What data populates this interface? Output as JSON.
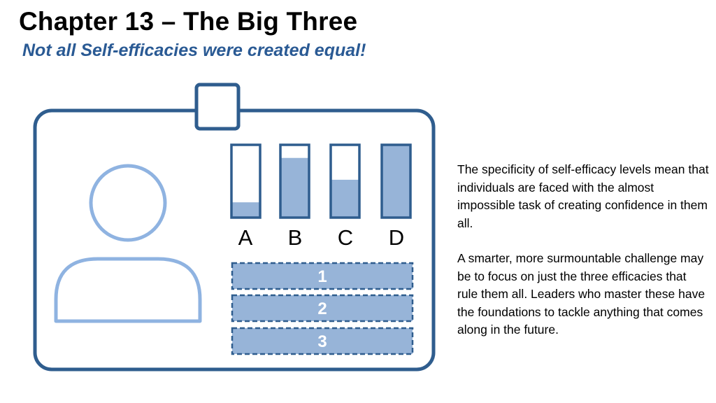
{
  "title": "Chapter 13 – The Big Three",
  "subtitle": "Not all Self-efficacies were created equal!",
  "colors": {
    "outline": "#2f5d8e",
    "fill": "#97b4d8",
    "person": "#8fb3e1",
    "subtitle": "#2a5a94"
  },
  "badge": {
    "person_icon": "user-silhouette-icon",
    "bars": [
      {
        "label": "A",
        "level": 0.21
      },
      {
        "label": "B",
        "level": 0.82
      },
      {
        "label": "C",
        "level": 0.52
      },
      {
        "label": "D",
        "level": 1.0
      }
    ],
    "slots": [
      {
        "label": "1"
      },
      {
        "label": "2"
      },
      {
        "label": "3"
      }
    ]
  },
  "paragraphs": [
    "The specificity of self-efficacy levels mean that individuals are faced with the almost impossible task of creating confidence in them all.",
    "A smarter, more surmountable challenge may be to focus on just the three efficacies that rule them all. Leaders who master these have the foundations to tackle anything that comes along in the future."
  ]
}
